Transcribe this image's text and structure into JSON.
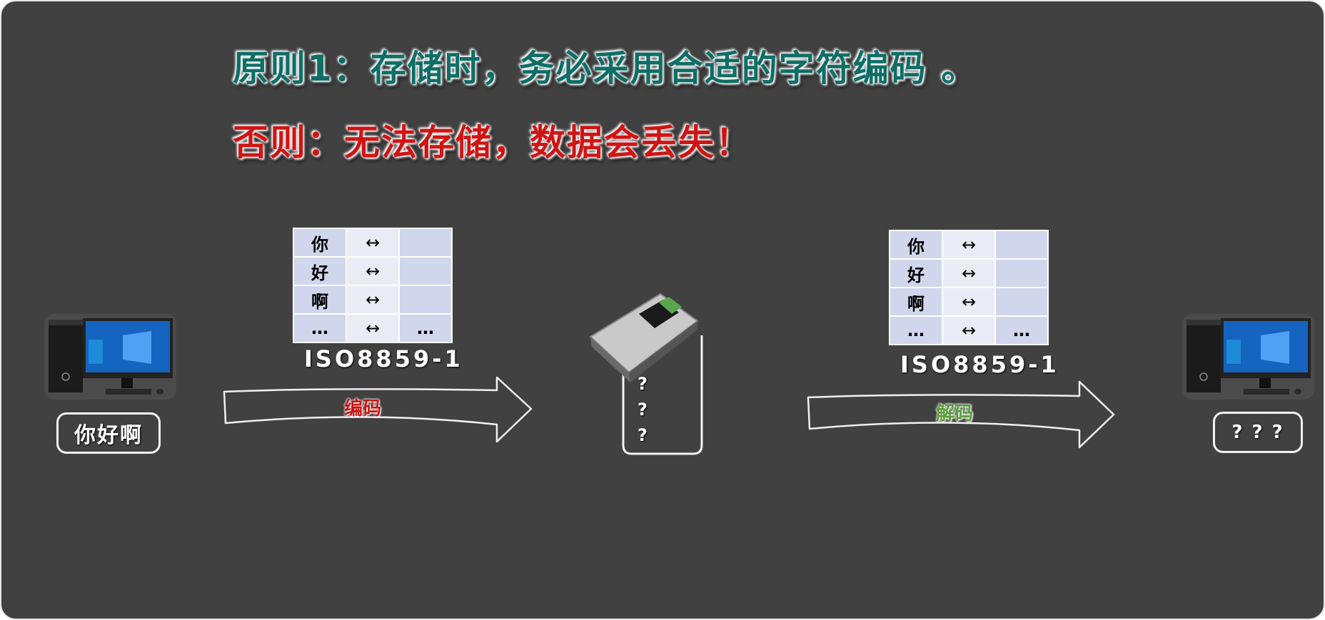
{
  "heading": {
    "principle": "原则1：存储时，务必采用合适的字符编码 。",
    "consequence": "否则：无法存储，数据会丢失！"
  },
  "colors": {
    "principle": "#0f6e66",
    "consequence": "#d01414",
    "encode": "#c81414",
    "decode": "#5a9a3a",
    "background": "#414141"
  },
  "source": {
    "text": "你好啊",
    "icon": "desktop-computer-icon"
  },
  "encode_table": {
    "rows": [
      [
        "你",
        "↔",
        ""
      ],
      [
        "好",
        "↔",
        ""
      ],
      [
        "啊",
        "↔",
        ""
      ],
      [
        "…",
        "↔",
        "…"
      ]
    ],
    "charset": "ISO8859-1"
  },
  "encode_label": "编码",
  "storage": {
    "icon": "hard-disk-icon",
    "contents": [
      "?",
      "?",
      "?"
    ]
  },
  "decode_table": {
    "rows": [
      [
        "你",
        "↔",
        ""
      ],
      [
        "好",
        "↔",
        ""
      ],
      [
        "啊",
        "↔",
        ""
      ],
      [
        "…",
        "↔",
        "…"
      ]
    ],
    "charset": "ISO8859-1"
  },
  "decode_label": "解码",
  "target": {
    "text": "? ? ?",
    "icon": "desktop-computer-icon"
  }
}
